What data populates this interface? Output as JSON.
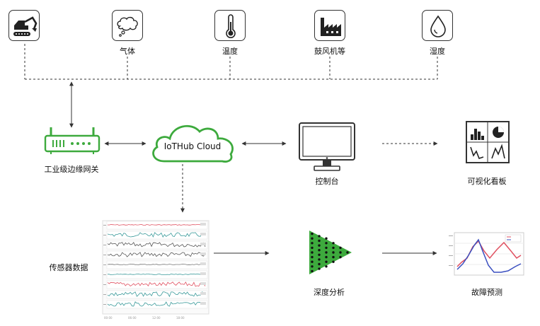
{
  "sensors": [
    {
      "icon": "excavator-icon",
      "label": ""
    },
    {
      "icon": "gas-icon",
      "label": "气体"
    },
    {
      "icon": "thermometer-icon",
      "label": "温度"
    },
    {
      "icon": "factory-icon",
      "label": "鼓风机等"
    },
    {
      "icon": "droplet-icon",
      "label": "湿度"
    }
  ],
  "gateway": {
    "label": "工业级边缘网关"
  },
  "cloud": {
    "label": "IoTHub Cloud"
  },
  "console": {
    "label": "控制台"
  },
  "dashboard": {
    "label": "可视化看板"
  },
  "sensor_data": {
    "label": "传感器数据"
  },
  "deep_analysis": {
    "label": "深度分析"
  },
  "prediction": {
    "label": "故障预测"
  },
  "colors": {
    "green": "#3daa3d",
    "line": "#333333",
    "series_red": "#e05060",
    "series_blue": "#3a4fc0"
  }
}
